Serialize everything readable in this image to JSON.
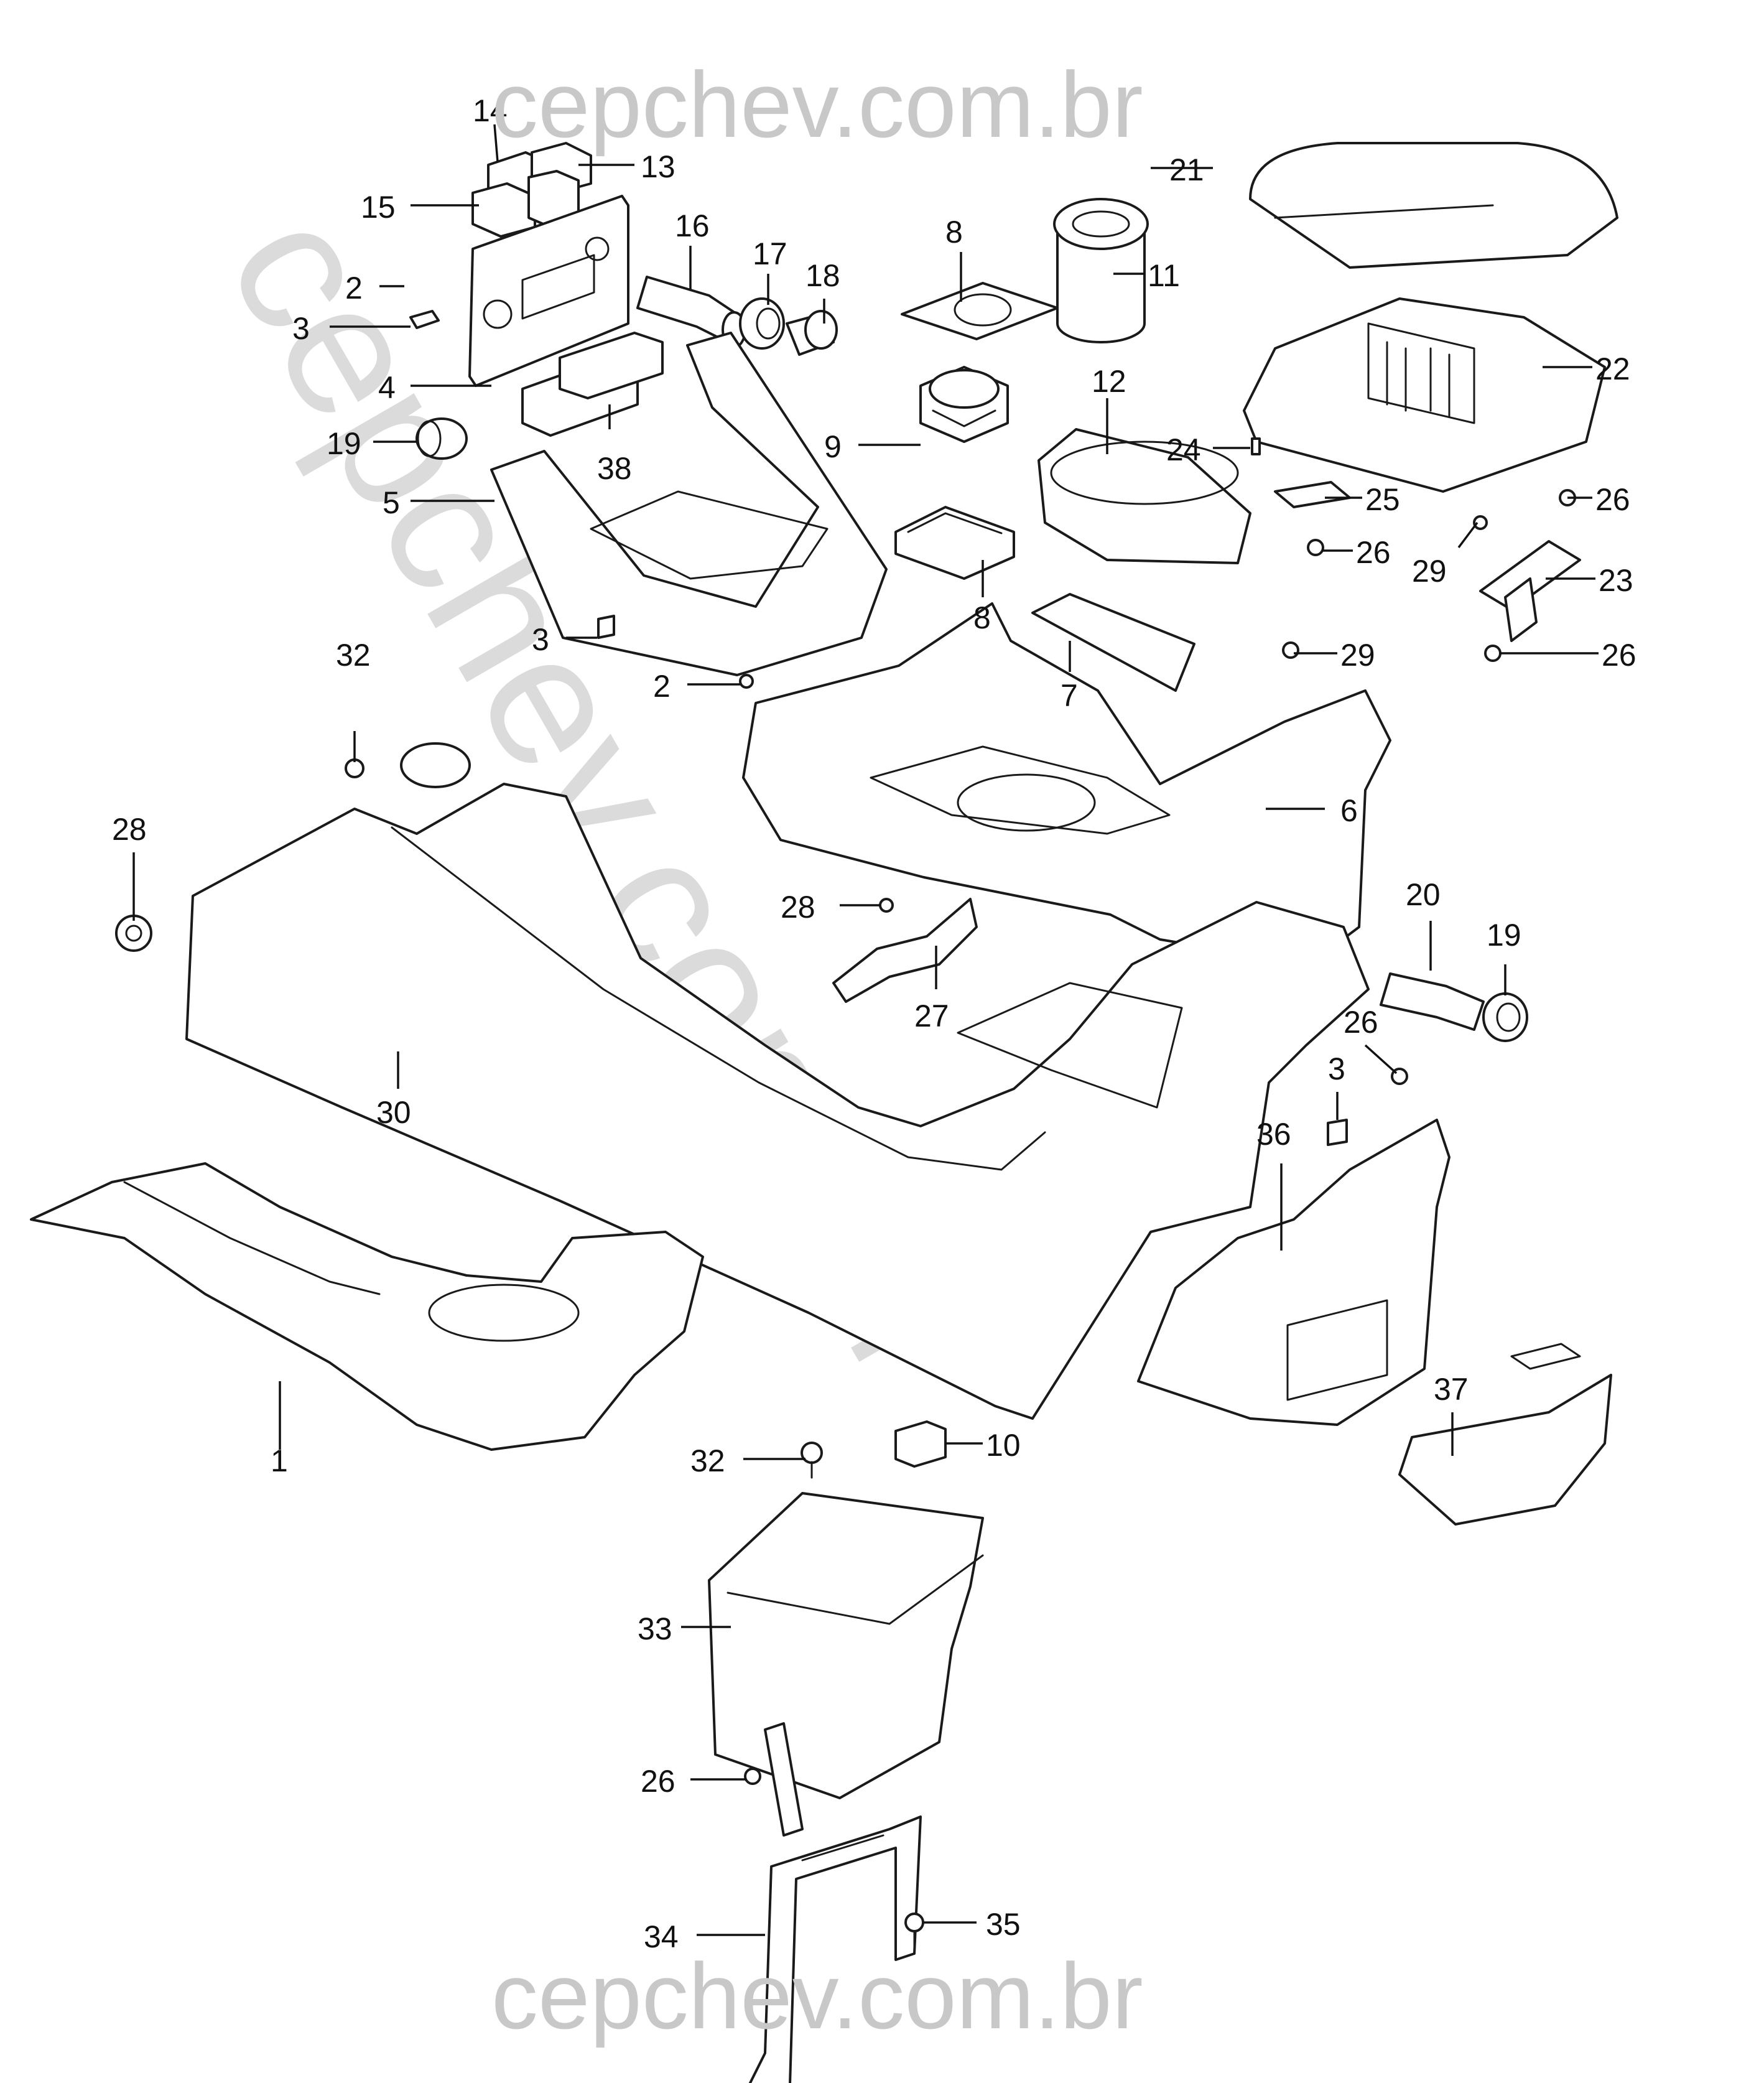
{
  "watermark": {
    "top": "cepchev.com.br",
    "bottom": "cepchev.com.br",
    "diagonal": "cepchev.com.br"
  },
  "callouts": [
    "14",
    "13",
    "15",
    "2",
    "3",
    "4",
    "19",
    "38",
    "5",
    "16",
    "17",
    "18",
    "8",
    "9",
    "8",
    "11",
    "12",
    "21",
    "22",
    "24",
    "25",
    "26",
    "26",
    "29",
    "23",
    "26",
    "3",
    "2",
    "7",
    "29",
    "6",
    "32",
    "28",
    "28",
    "27",
    "20",
    "19",
    "26",
    "3",
    "30",
    "36",
    "1",
    "10",
    "32",
    "37",
    "33",
    "26",
    "34",
    "35"
  ],
  "colors": {
    "line": "#1a1a1a",
    "watermark": "#c8c8c8",
    "background": "#ffffff"
  }
}
